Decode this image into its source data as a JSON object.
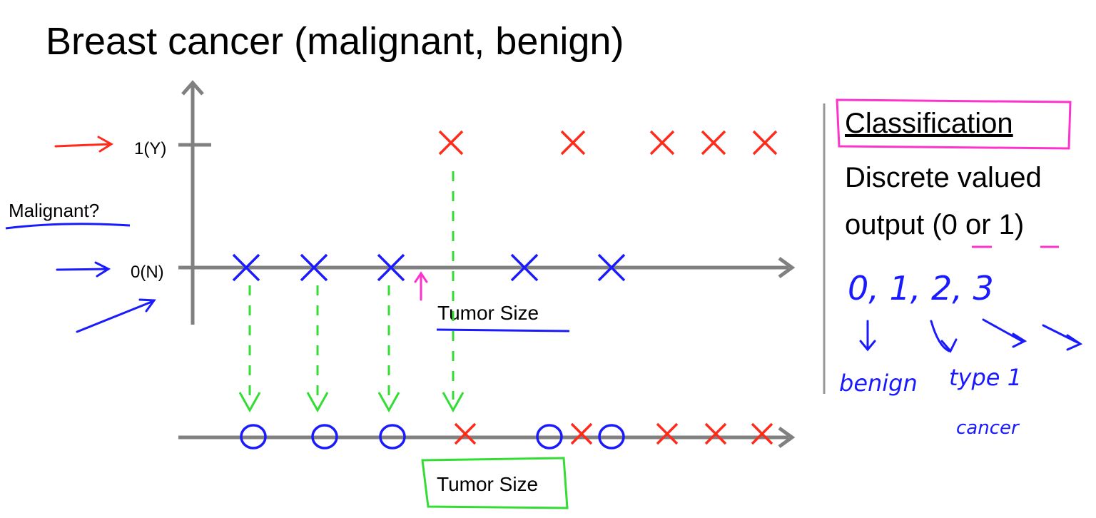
{
  "title": "Breast cancer (malignant, benign)",
  "y_axis": {
    "label": "Malignant?",
    "tick_1": "1(Y)",
    "tick_0": "0(N)"
  },
  "x_axis_label": "Tumor Size",
  "bottom_axis_label": "Tumor Size",
  "right_panel": {
    "heading": "Classification",
    "line1": "Discrete valued",
    "line2": "output (0 or 1)",
    "handwritten_values": "0, 1, 2, 3",
    "note_benign": "benign",
    "note_type1": "type 1",
    "note_cancer": "cancer"
  },
  "data": {
    "malignant_points": 5,
    "benign_points": 5,
    "bottom_sequence": [
      "O",
      "O",
      "O",
      "X",
      "O",
      "X",
      "O",
      "X",
      "X",
      "X"
    ]
  },
  "colors": {
    "axis": "#808080",
    "malignant": "#ff2a1a",
    "benign": "#1a1aff",
    "annotation_pink": "#ff33cc",
    "annotation_green": "#33dd33"
  }
}
